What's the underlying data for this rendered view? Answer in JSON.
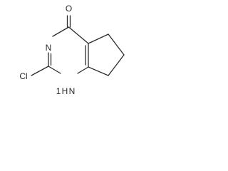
{
  "atoms": {
    "oxygen": "O",
    "n3": "N",
    "chlorine": "Cl",
    "n1h": "H",
    "n1": "N",
    "n1_h_num": "1"
  }
}
